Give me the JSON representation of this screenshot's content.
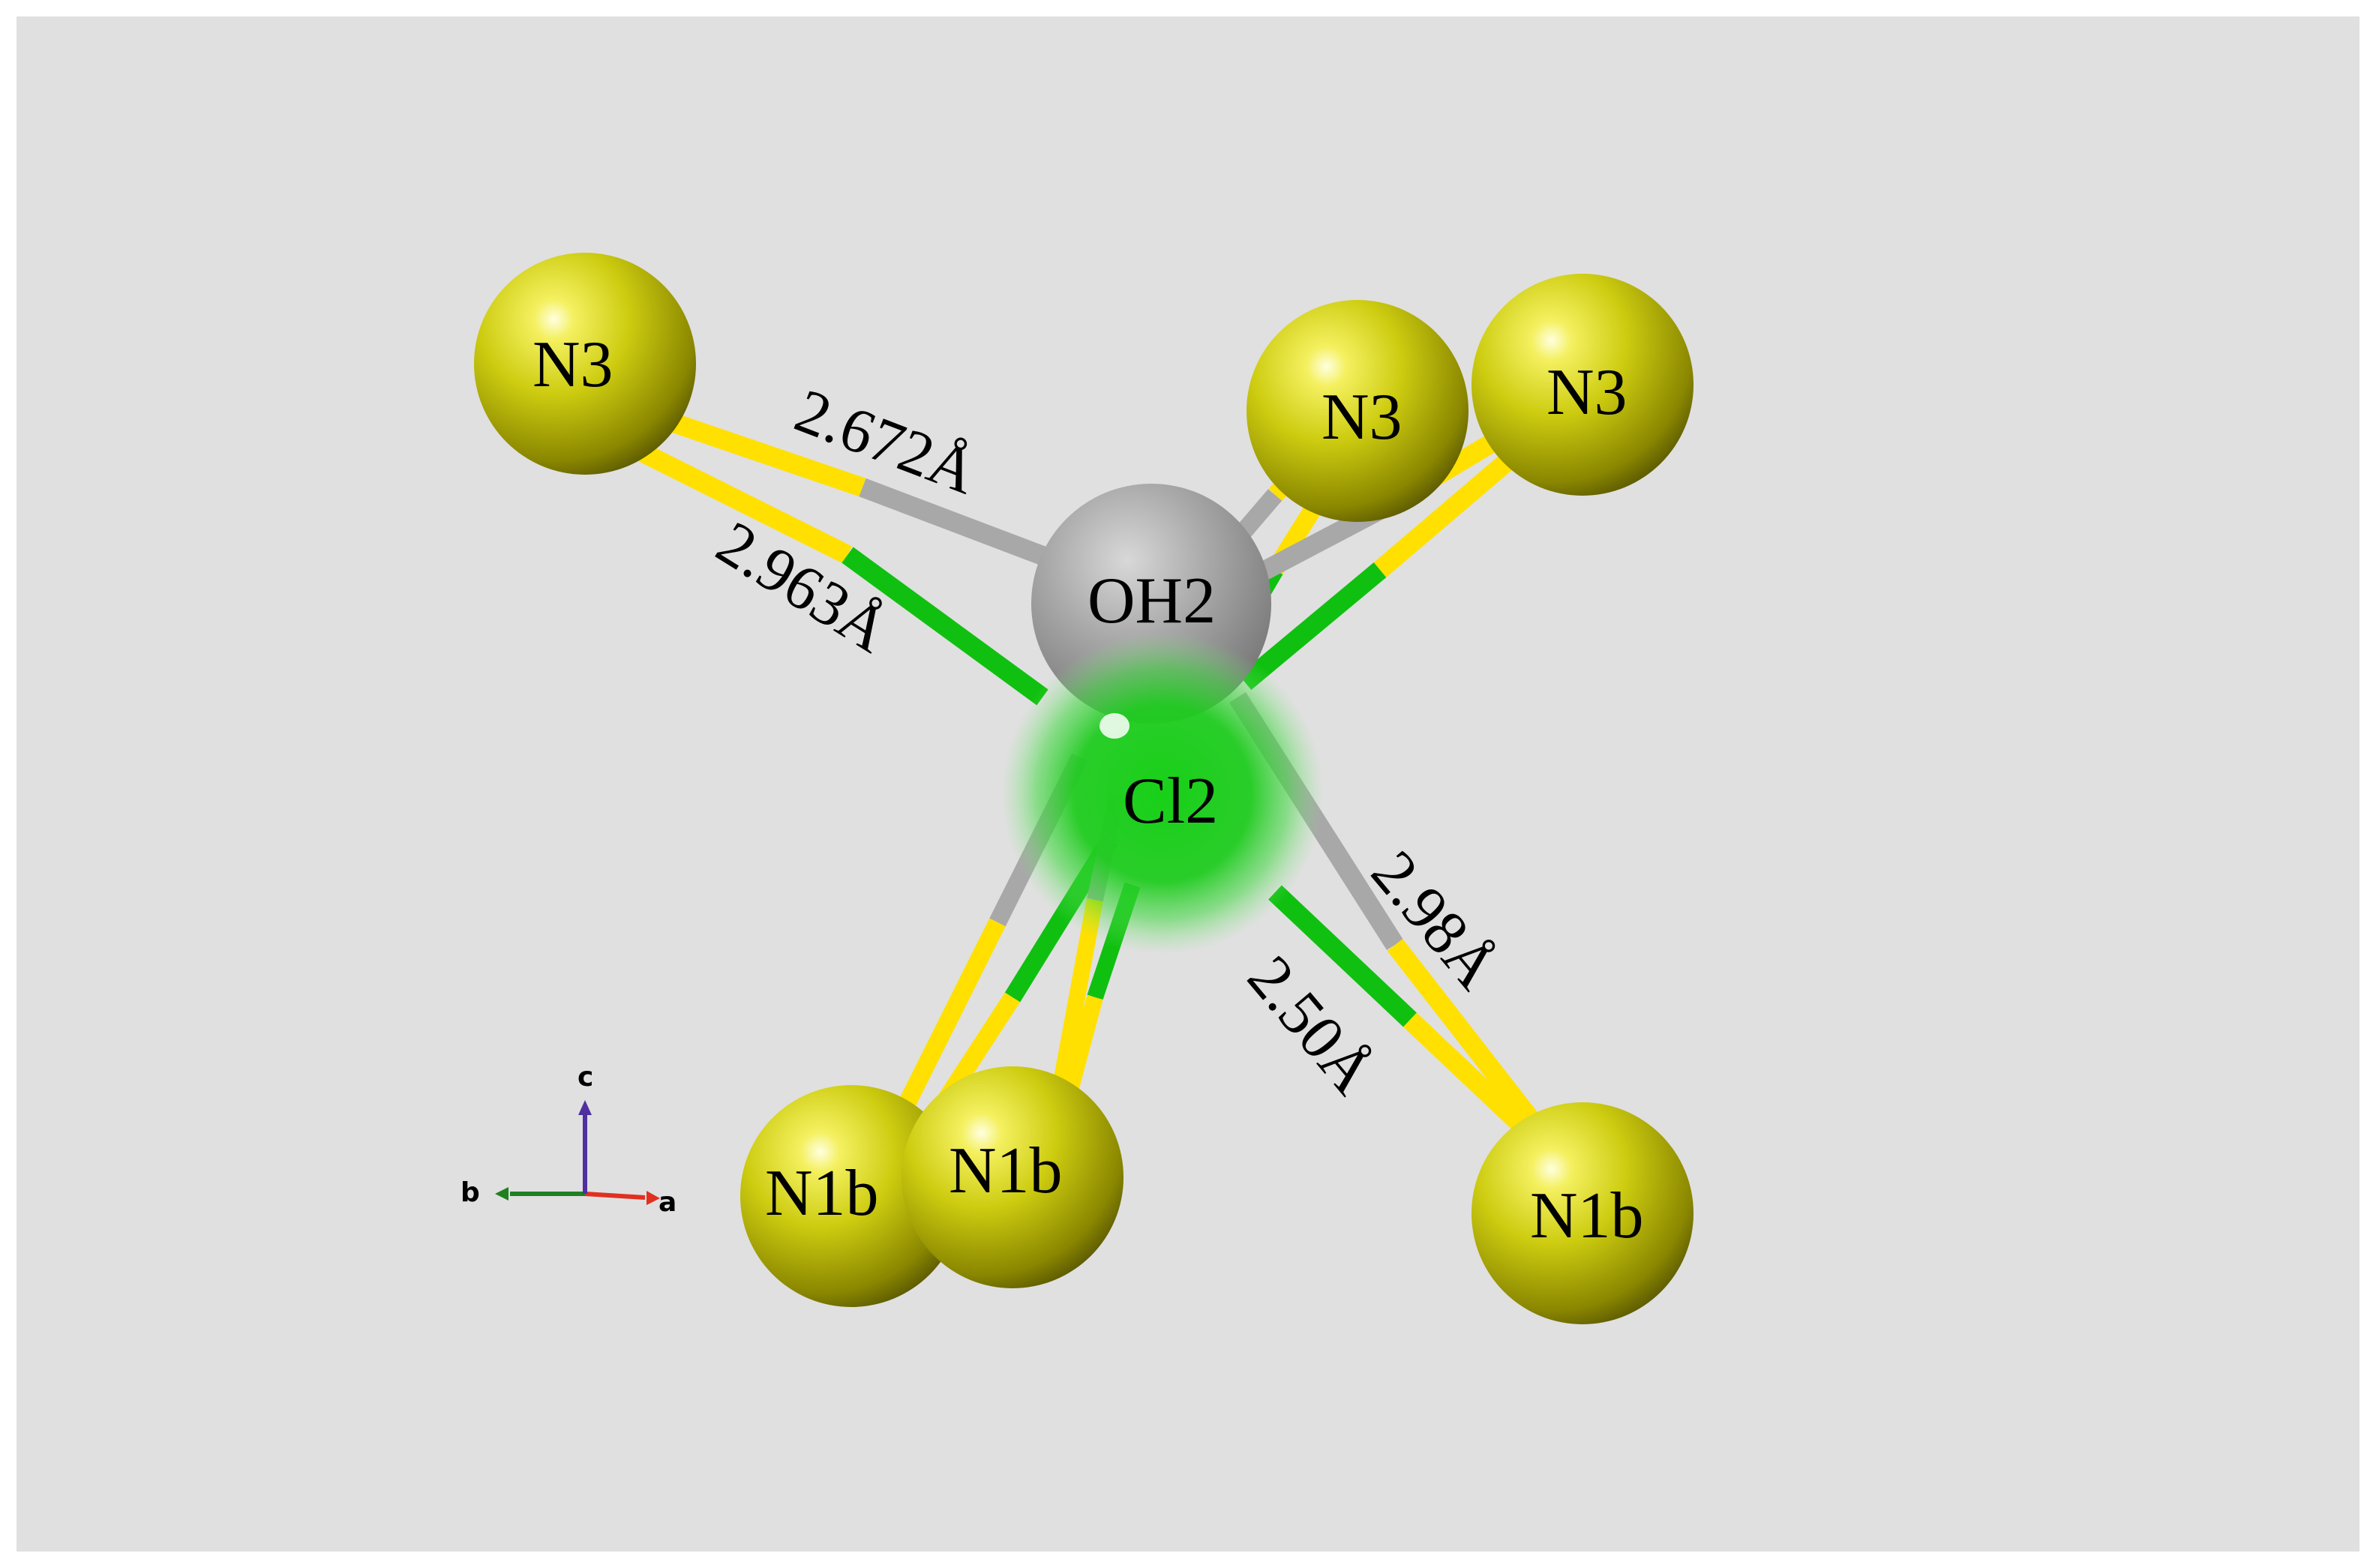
{
  "structure": {
    "atoms": [
      {
        "id": "n3-left",
        "label": "N3"
      },
      {
        "id": "n3-mid",
        "label": "N3"
      },
      {
        "id": "n3-right",
        "label": "N3"
      },
      {
        "id": "oh2",
        "label": "OH2"
      },
      {
        "id": "cl2",
        "label": "Cl2"
      },
      {
        "id": "n1b-left",
        "label": "N1b"
      },
      {
        "id": "n1b-mid",
        "label": "N1b"
      },
      {
        "id": "n1b-right",
        "label": "N1b"
      }
    ],
    "distances": [
      {
        "id": "d1",
        "label": "2.672Å"
      },
      {
        "id": "d2",
        "label": "2.963Å"
      },
      {
        "id": "d3",
        "label": "2.98Å"
      },
      {
        "id": "d4",
        "label": "2.50Å"
      }
    ]
  },
  "axes": {
    "a": "a",
    "b": "b",
    "c": "c"
  },
  "colors": {
    "background": "#e0e0e0",
    "nitrogen_atom": "#c8c800",
    "oxygen_atom": "#a0a0a0",
    "chlorine_atom": "#10c010",
    "bond_yellow": "#ffe000",
    "bond_gray": "#a8a8a8",
    "bond_green": "#10c010",
    "axis_a": "#e03020",
    "axis_b": "#208020",
    "axis_c": "#5030a0"
  }
}
